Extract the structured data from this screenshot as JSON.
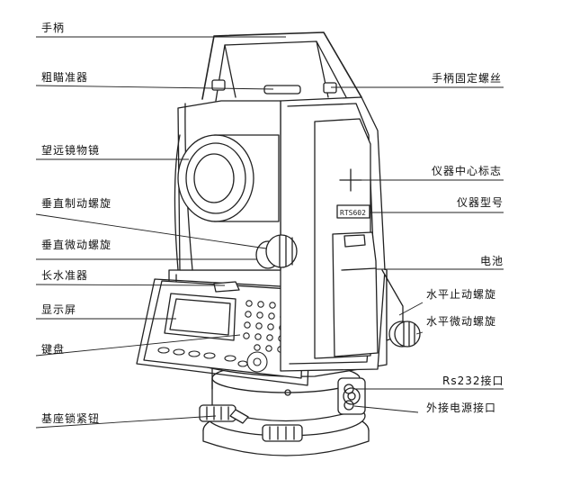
{
  "diagram": {
    "left_labels": [
      {
        "id": "handle",
        "text": "手柄"
      },
      {
        "id": "coarse-sight",
        "text": "粗瞄准器"
      },
      {
        "id": "objective-lens",
        "text": "望远镜物镜"
      },
      {
        "id": "vertical-clamp",
        "text": "垂直制动螺旋"
      },
      {
        "id": "vertical-tangent",
        "text": "垂直微动螺旋"
      },
      {
        "id": "plate-level",
        "text": "长水准器"
      },
      {
        "id": "display",
        "text": "显示屏"
      },
      {
        "id": "keyboard",
        "text": "键盘"
      },
      {
        "id": "base-lock",
        "text": "基座锁紧钮"
      }
    ],
    "right_labels": [
      {
        "id": "handle-screw",
        "text": "手柄固定螺丝"
      },
      {
        "id": "center-mark",
        "text": "仪器中心标志"
      },
      {
        "id": "model-label",
        "text": "仪器型号"
      },
      {
        "id": "battery",
        "text": "电池"
      },
      {
        "id": "horizontal-clamp",
        "text": "水平止动螺旋"
      },
      {
        "id": "horizontal-tangent",
        "text": "水平微动螺旋"
      },
      {
        "id": "rs232",
        "text": "Rs232接口"
      },
      {
        "id": "ext-power",
        "text": "外接电源接口"
      }
    ],
    "model_plate_text": "RTS602",
    "line_color": "#222222"
  }
}
